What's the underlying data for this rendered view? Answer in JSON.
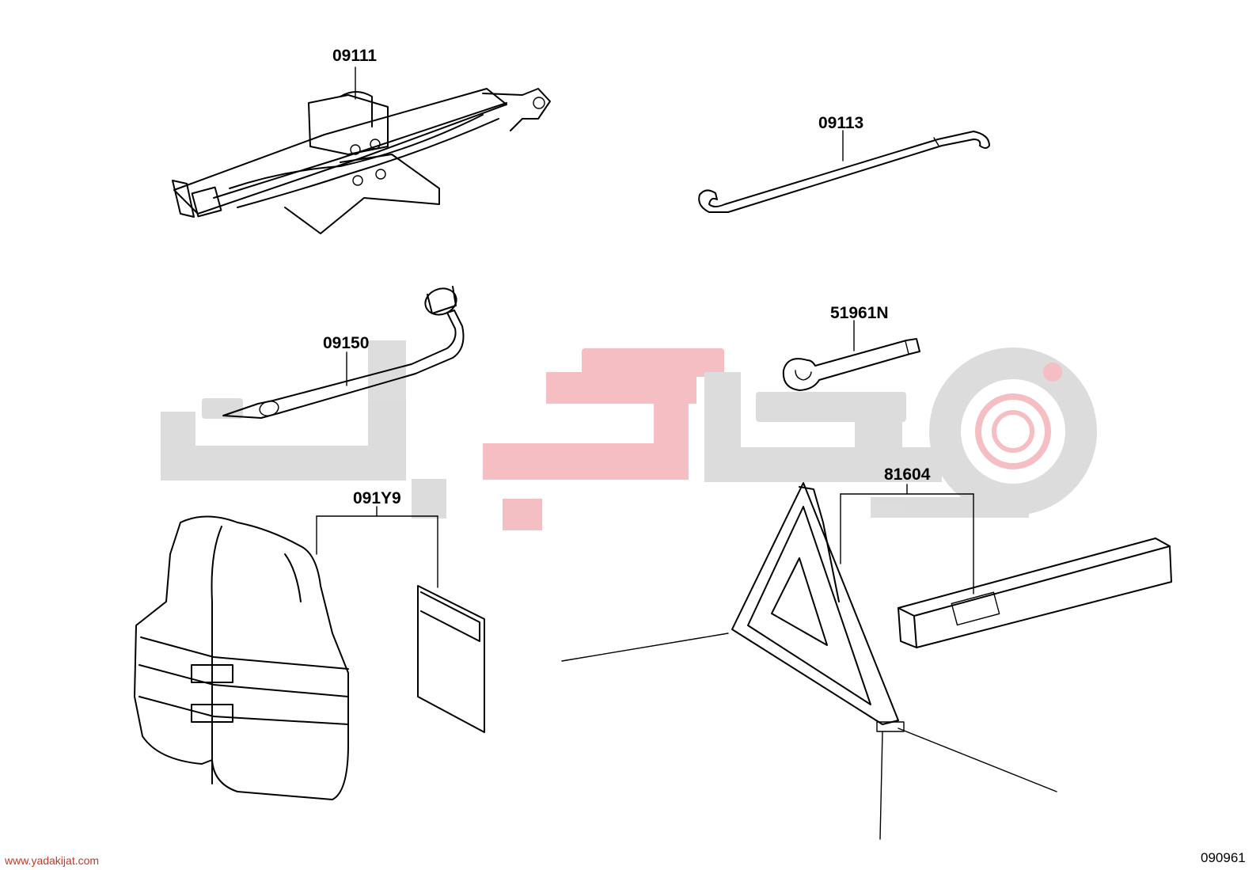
{
  "parts": {
    "jack": "09111",
    "jack_handle": "09113",
    "wheel_wrench": "09150",
    "towing_eye": "51961N",
    "vest_kit": "091Y9",
    "warning_triangle": "81604"
  },
  "footer": {
    "site_url": "www.yadakijat.com",
    "diagram_code": "090961"
  },
  "watermark": {
    "colors": {
      "gray": "#d9d9d9",
      "red": "#f3b8bd"
    }
  }
}
